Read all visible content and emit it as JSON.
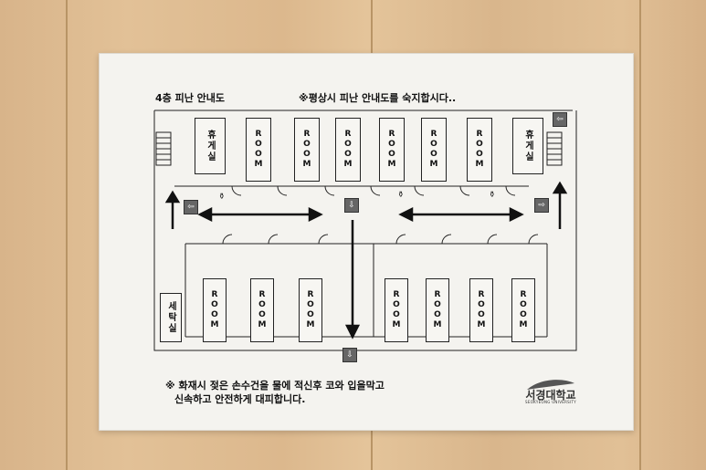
{
  "sign": {
    "title": "4층 피난 안내도",
    "notice": "※평상시 피난 안내도를 숙지합시다..",
    "top_rooms": [
      "휴게실",
      "ROOM",
      "ROOM",
      "ROOM",
      "ROOM",
      "ROOM",
      "ROOM",
      "휴게실"
    ],
    "bottom_rooms": [
      "세탁실",
      "ROOM",
      "ROOM",
      "ROOM",
      "ROOM",
      "ROOM",
      "ROOM",
      "ROOM"
    ],
    "instruction_line1": "※ 화재시 젖은 손수건을 물에 적신후 코와 입을막고",
    "instruction_line2": "신속하고 안전하게  대피합니다.",
    "logo_name": "서경대학교",
    "logo_sub": "SEOKYEONG UNIVERSITY"
  },
  "colors": {
    "line": "#222222",
    "paper": "#f4f3ef",
    "sign_bg": "#666666"
  },
  "icons": [
    "staircase-icon",
    "exit-sign-icon",
    "fire-extinguisher-icon",
    "arrow-icon"
  ]
}
